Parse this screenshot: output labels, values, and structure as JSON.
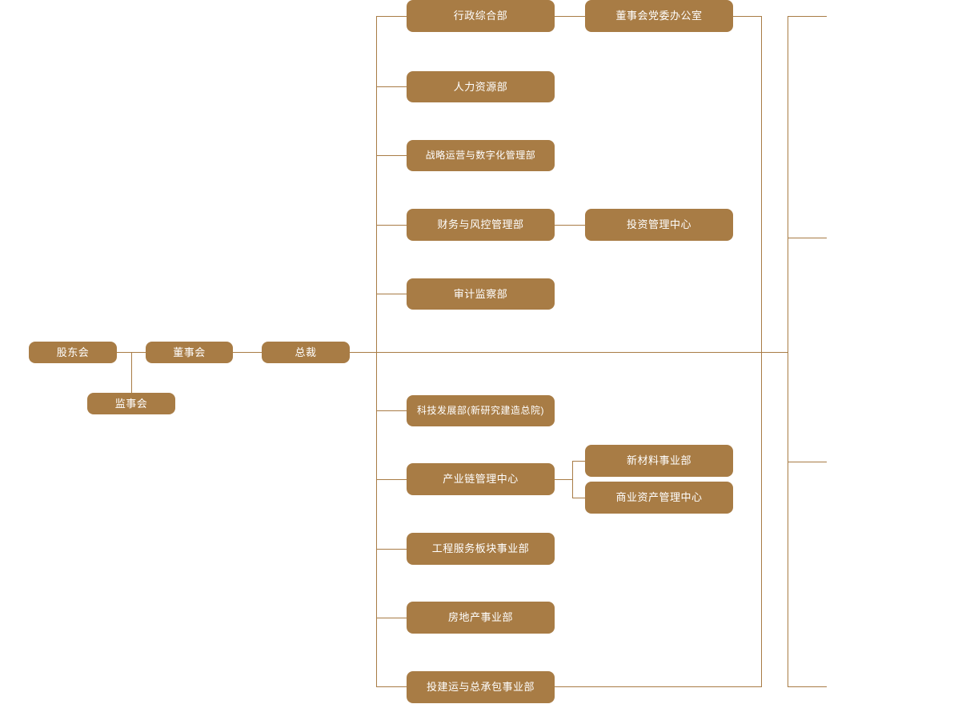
{
  "chart": {
    "title": "",
    "type": "org-chart",
    "theme": {
      "node_fill": "#a87c45",
      "node_text": "#ffffff",
      "connector": "#a87c45",
      "background": "#ffffff"
    }
  },
  "nodes": {
    "shareholders": {
      "label": "股东会"
    },
    "board": {
      "label": "董事会"
    },
    "supervisors": {
      "label": "监事会"
    },
    "president": {
      "label": "总裁"
    },
    "admin": {
      "label": "行政综合部"
    },
    "board_party_office": {
      "label": "董事会党委办公室"
    },
    "hr": {
      "label": "人力资源部"
    },
    "strategy": {
      "label": "战略运营与数字化管理部"
    },
    "finance": {
      "label": "财务与风控管理部"
    },
    "investment_center": {
      "label": "投资管理中心"
    },
    "audit": {
      "label": "审计监察部"
    },
    "tech": {
      "label": "科技发展部(新研究建造总院)"
    },
    "industry_chain": {
      "label": "产业链管理中心"
    },
    "new_materials": {
      "label": "新材料事业部"
    },
    "commercial_assets": {
      "label": "商业资产管理中心"
    },
    "engineering": {
      "label": "工程服务板块事业部"
    },
    "realestate": {
      "label": "房地产事业部"
    },
    "epc": {
      "label": "投建运与总承包事业部"
    }
  }
}
